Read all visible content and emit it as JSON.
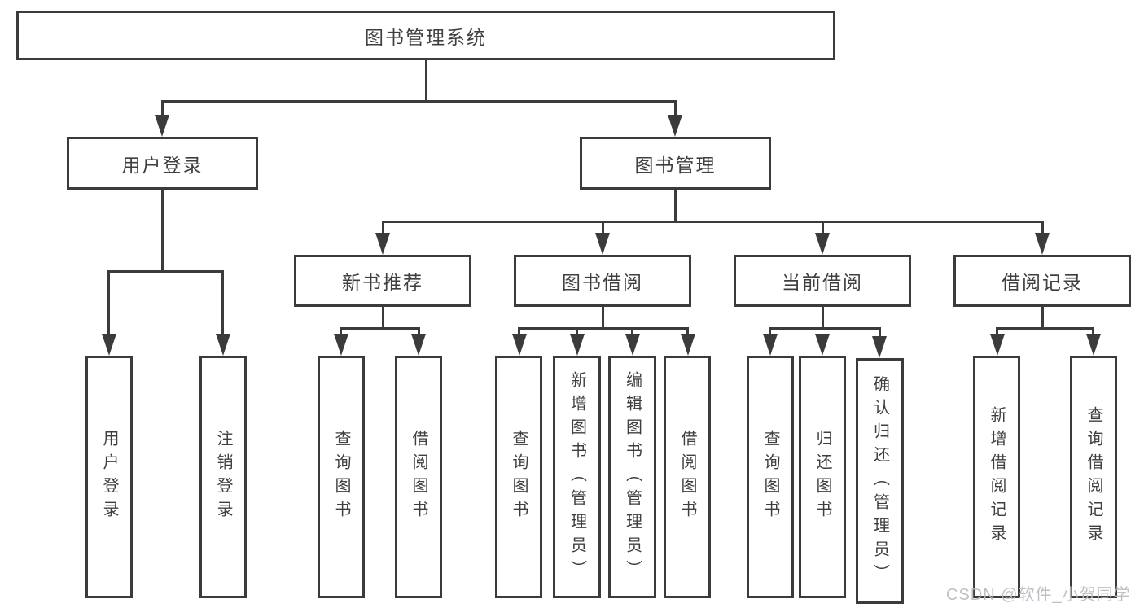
{
  "diagram": {
    "type": "hierarchy-tree",
    "root": {
      "label": "图书管理系统"
    },
    "branches": [
      {
        "label": "用户登录",
        "children": [
          {
            "label": "用户登录"
          },
          {
            "label": "注销登录"
          }
        ]
      },
      {
        "label": "图书管理",
        "children": [
          {
            "label": "新书推荐",
            "children": [
              {
                "label": "查询图书"
              },
              {
                "label": "借阅图书"
              }
            ]
          },
          {
            "label": "图书借阅",
            "children": [
              {
                "label": "查询图书"
              },
              {
                "label": "新增图书（管理员）"
              },
              {
                "label": "编辑图书（管理员）"
              },
              {
                "label": "借阅图书"
              }
            ]
          },
          {
            "label": "当前借阅",
            "children": [
              {
                "label": "查询图书"
              },
              {
                "label": "归还图书"
              },
              {
                "label": "确认归还（管理员）"
              }
            ]
          },
          {
            "label": "借阅记录",
            "children": [
              {
                "label": "新增借阅记录"
              },
              {
                "label": "查询借阅记录"
              }
            ]
          }
        ]
      }
    ]
  },
  "watermark": {
    "text": "CSDN @软件_小贺同学"
  },
  "colors": {
    "line": "#3b3b3b",
    "text": "#3f3f3f",
    "background": "#ffffff",
    "watermark": "#b8bcc2"
  }
}
